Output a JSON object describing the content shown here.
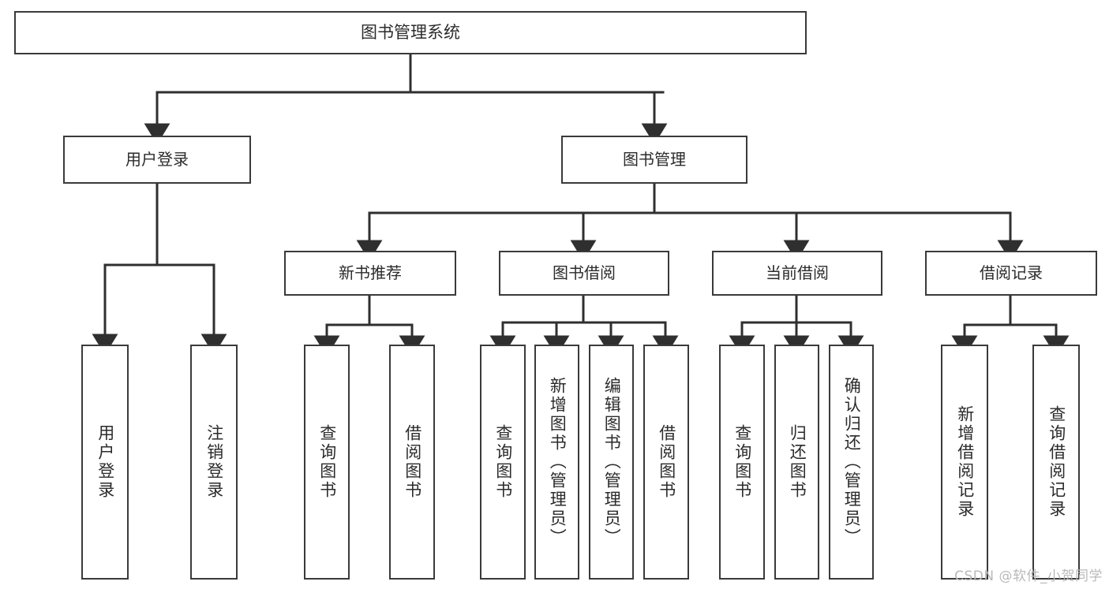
{
  "diagram": {
    "title": "图书管理系统",
    "type": "tree-hierarchy-diagram",
    "root": {
      "label": "图书管理系统"
    },
    "level1": [
      {
        "key": "user_login",
        "label": "用户登录"
      },
      {
        "key": "book_manage",
        "label": "图书管理"
      }
    ],
    "level2": [
      {
        "key": "new_book_rec",
        "label": "新书推荐"
      },
      {
        "key": "book_borrow",
        "label": "图书借阅"
      },
      {
        "key": "current_borrow",
        "label": "当前借阅"
      },
      {
        "key": "borrow_record",
        "label": "借阅记录"
      }
    ],
    "leaves": {
      "user_login": [
        {
          "label": "用户登录"
        },
        {
          "label": "注销登录"
        }
      ],
      "new_book_rec": [
        {
          "label": "查询图书"
        },
        {
          "label": "借阅图书"
        }
      ],
      "book_borrow": [
        {
          "label": "查询图书"
        },
        {
          "label": "新增图书（管理员）"
        },
        {
          "label": "编辑图书（管理员）"
        },
        {
          "label": "借阅图书"
        }
      ],
      "current_borrow": [
        {
          "label": "查询图书"
        },
        {
          "label": "归还图书"
        },
        {
          "label": "确认归还（管理员）"
        }
      ],
      "borrow_record": [
        {
          "label": "新增借阅记录"
        },
        {
          "label": "查询借阅记录"
        }
      ]
    }
  },
  "watermark": {
    "text": "CSDN @软件_小贺同学"
  },
  "colors": {
    "box_border": "#3a3a3a",
    "box_fill": "#ffffff",
    "connector": "#2f2f2f",
    "text": "#2b2b2b",
    "watermark": "#b9b9b9"
  }
}
